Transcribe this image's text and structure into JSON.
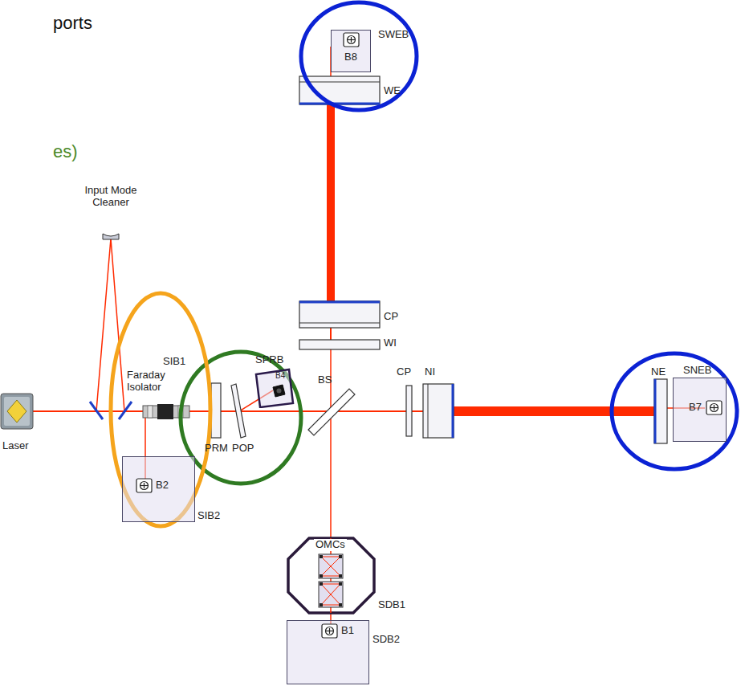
{
  "diagram": {
    "nodes": [
      {
        "text": [
          "SWEB"
        ]
      },
      {
        "text": [
          "B8"
        ],
        "in": 0
      },
      {
        "text": [
          "SPRB"
        ]
      },
      {
        "text": [
          "B4"
        ],
        "in": 2
      },
      {
        "text": [
          "SNEB"
        ]
      },
      {
        "text": [
          "B7"
        ],
        "in": 4
      },
      {
        "text": [
          "SIB2"
        ]
      },
      {
        "text": [
          "B2"
        ],
        "in": 6
      },
      {
        "text": [
          "OMCs",
          "SDB1"
        ]
      },
      {
        "text": [
          "SDB2"
        ]
      },
      {
        "text": [
          "B1"
        ],
        "in": 9
      }
    ],
    "labels": [
      "ports",
      "es)",
      "Input Mode Cleaner",
      "Laser",
      "SIB1",
      "Faraday Isolator",
      "PRM",
      "POP",
      "BS",
      "CP",
      "NI",
      "CP",
      "WI",
      "WE",
      "NE"
    ]
  }
}
